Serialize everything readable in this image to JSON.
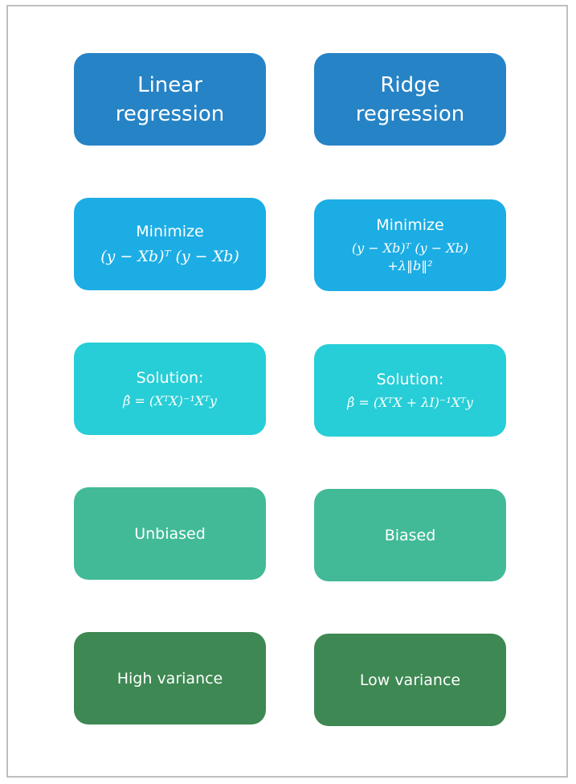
{
  "colors": {
    "row1": "#2683c6",
    "row2": "#1cade4",
    "row3": "#27ced7",
    "row4": "#42ba97",
    "row5": "#3e8853",
    "frame_border": "#bfbfbf"
  },
  "left": {
    "title": "Linear\nregression",
    "minimize_label": "Minimize",
    "objective": "(y − Xb)ᵀ (y − Xb)",
    "solution_label": "Solution:",
    "solution": "β̂ = (XᵀX)⁻¹Xᵀy",
    "bias": "Unbiased",
    "variance": "High variance"
  },
  "right": {
    "title": "Ridge\nregression",
    "minimize_label": "Minimize",
    "objective_line1": "(y − Xb)ᵀ (y − Xb)",
    "objective_line2": "+λ‖b‖²",
    "solution_label": "Solution:",
    "solution": "β̂ = (XᵀX + λI)⁻¹Xᵀy",
    "bias": "Biased",
    "variance": "Low variance"
  }
}
